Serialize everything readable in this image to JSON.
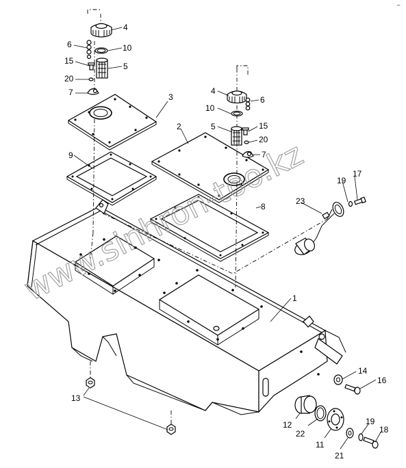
{
  "watermark": "www.sinhron-too.kz",
  "callouts": [
    {
      "id": "c4a",
      "text": "4"
    },
    {
      "id": "c6a",
      "text": "6"
    },
    {
      "id": "c10a",
      "text": "10"
    },
    {
      "id": "c15a",
      "text": "15"
    },
    {
      "id": "c5a",
      "text": "5"
    },
    {
      "id": "c20a",
      "text": "20"
    },
    {
      "id": "c7a",
      "text": "7"
    },
    {
      "id": "c3",
      "text": "3"
    },
    {
      "id": "c9",
      "text": "9"
    },
    {
      "id": "c4b",
      "text": "4"
    },
    {
      "id": "c6b",
      "text": "6"
    },
    {
      "id": "c10b",
      "text": "10"
    },
    {
      "id": "c5b",
      "text": "5"
    },
    {
      "id": "c15b",
      "text": "15"
    },
    {
      "id": "c20b",
      "text": "20"
    },
    {
      "id": "c7b",
      "text": "7"
    },
    {
      "id": "c2",
      "text": "2"
    },
    {
      "id": "c8",
      "text": "8"
    },
    {
      "id": "c23",
      "text": "23"
    },
    {
      "id": "c19a",
      "text": "19"
    },
    {
      "id": "c17",
      "text": "17"
    },
    {
      "id": "c1",
      "text": "1"
    },
    {
      "id": "c14",
      "text": "14"
    },
    {
      "id": "c16",
      "text": "16"
    },
    {
      "id": "c13",
      "text": "13"
    },
    {
      "id": "c12",
      "text": "12"
    },
    {
      "id": "c22",
      "text": "22"
    },
    {
      "id": "c11",
      "text": "11"
    },
    {
      "id": "c21",
      "text": "21"
    },
    {
      "id": "c19b",
      "text": "19"
    },
    {
      "id": "c18",
      "text": "18"
    }
  ]
}
